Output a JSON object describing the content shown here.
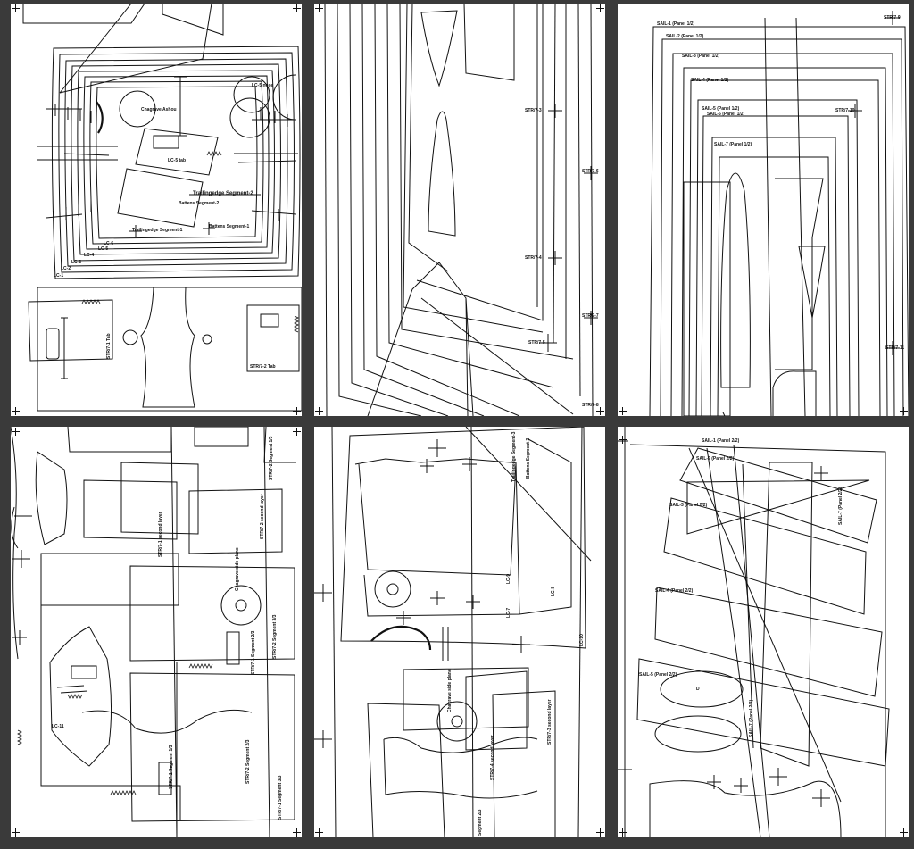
{
  "viewer": {
    "background": "#3a3a3a",
    "page_color": "#ffffff",
    "line_color": "#111111"
  },
  "pages": [
    {
      "labels": {
        "l1": "Chagrave Ashou",
        "l2": "LC-5 nose",
        "l3": "LC-5 tab",
        "l4": "Trailingedge Segment-2",
        "l5": "Battens Segment-2",
        "l6": "Trailingedge Segment-1",
        "l7": "Battens Segment-1",
        "l8": "LC-6",
        "l9": "LC-5",
        "l10": "LC-4",
        "l11": "LC-3",
        "l12": "LC-2",
        "l13": "LC-1",
        "l14": "STR/7-1 Tab",
        "l15": "STR/7-2 Tab"
      }
    },
    {
      "labels": {
        "l1": "STR/7-3",
        "l2": "STR/7-4",
        "l3": "STR/7-5",
        "l4": "STR/7-6",
        "l5": "STR/7-7",
        "l6": "STR/7-8"
      }
    },
    {
      "labels": {
        "l1": "SAIL-1 (Panel 1/2)",
        "l2": "SAIL-2 (Panel 1/2)",
        "l3": "SAIL-3 (Panel 1/2)",
        "l4": "SAIL-4 (Panel 1/2)",
        "l5": "SAIL-5 (Panel 1/2)",
        "l6": "SAIL-6 (Panel 1/2)",
        "l7": "SAIL-7 (Panel 1/2)",
        "l8": "STR/7-9",
        "l9": "STR/7-10",
        "l10": "STR/7-11"
      }
    },
    {
      "labels": {
        "l1": "STR/7-1 second layer",
        "l2": "STR/7-2 second layer",
        "l3": "STR/7-1 Segment 2/3",
        "l4": "STR/7-2 Segment 3/3",
        "l5": "STR/7-2 Segment 1/3",
        "l6": "STR/7-1 Segment 1/3",
        "l7": "STR/7-2 Segment 2/3",
        "l8": "STR/7-1 Segment 3/3",
        "l9": "LC-11",
        "l10": "Chagrave side plane"
      }
    },
    {
      "labels": {
        "l1": "Trailingedge Segment-3",
        "l2": "Battens Segment-3",
        "l3": "LC-9",
        "l4": "LC-8",
        "l5": "LC-7",
        "l6": "LC-10",
        "l7": "Chagrave side plane",
        "l8": "STR/7-4 second layer",
        "l9": "STR/7-3 second layer",
        "l10": "Segment 2/3"
      }
    },
    {
      "labels": {
        "l1": "SAIL-1 (Panel 2/2)",
        "l2": "SAIL-2 (Panel 2/2)",
        "l3": "SAIL-3 (Panel 2/2)",
        "l4": "SAIL-4 (Panel 2/2)",
        "l5": "SAIL-5 (Panel 2/2)",
        "l6": "SAIL-7 (Panel 2/2)",
        "l7": "D"
      }
    }
  ]
}
